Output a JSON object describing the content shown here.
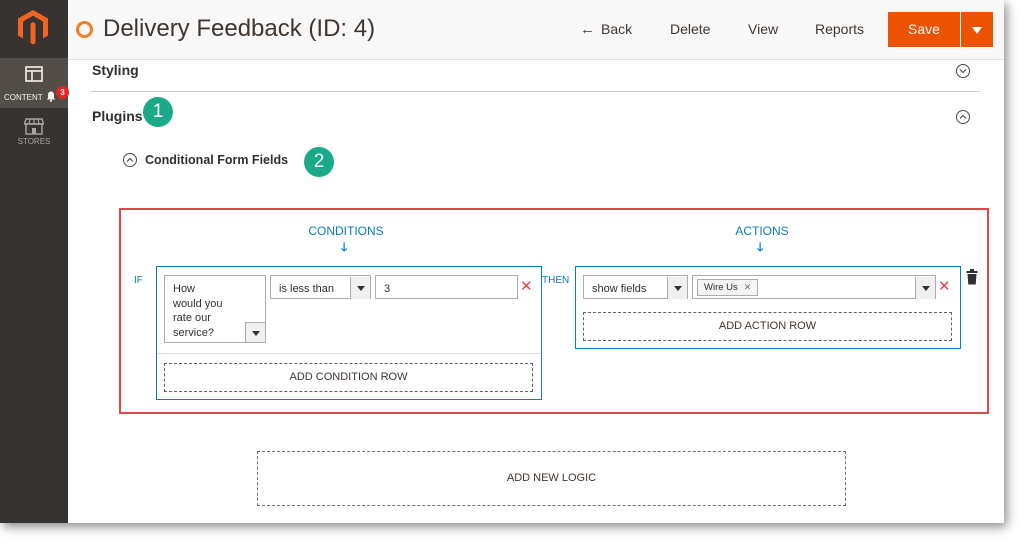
{
  "header": {
    "title": "Delivery Feedback (ID: 4)",
    "back_label": "Back",
    "back_arrow": "←",
    "delete_label": "Delete",
    "view_label": "View",
    "reports_label": "Reports",
    "save_label": "Save"
  },
  "sidebar": {
    "logo_icon": "magento-logo-icon",
    "items": [
      {
        "label": "CONTENT",
        "icon": "layout-icon",
        "active": true,
        "badge": "3"
      },
      {
        "label": "STORES",
        "icon": "store-icon",
        "active": false
      }
    ]
  },
  "sections": {
    "styling": "Styling",
    "plugins": "Plugins",
    "conditional_form_fields": "Conditional Form Fields"
  },
  "callouts": [
    "1",
    "2"
  ],
  "logic": {
    "conditions_heading": "CONDITIONS",
    "actions_heading": "ACTIONS",
    "heading_arrow": "🡓",
    "if_label": "IF",
    "then_label": "THEN",
    "condition": {
      "field_line1": "How",
      "field_line2": "would you",
      "field_line3": "rate our",
      "field_line4": "service?",
      "operator": "is less than",
      "value": "3"
    },
    "action": {
      "type": "show fields",
      "tags": [
        "Wire Us"
      ]
    },
    "remove_symbol": "✕",
    "add_condition_label": "ADD CONDITION ROW",
    "add_action_label": "ADD ACTION ROW",
    "add_new_logic_label": "ADD NEW LOGIC"
  },
  "colors": {
    "accent_orange": "#eb5202",
    "link_blue": "#0a7cb8",
    "highlight_red": "#e04848",
    "callout_green": "#1aaa8a",
    "sidebar_bg": "#373330"
  }
}
